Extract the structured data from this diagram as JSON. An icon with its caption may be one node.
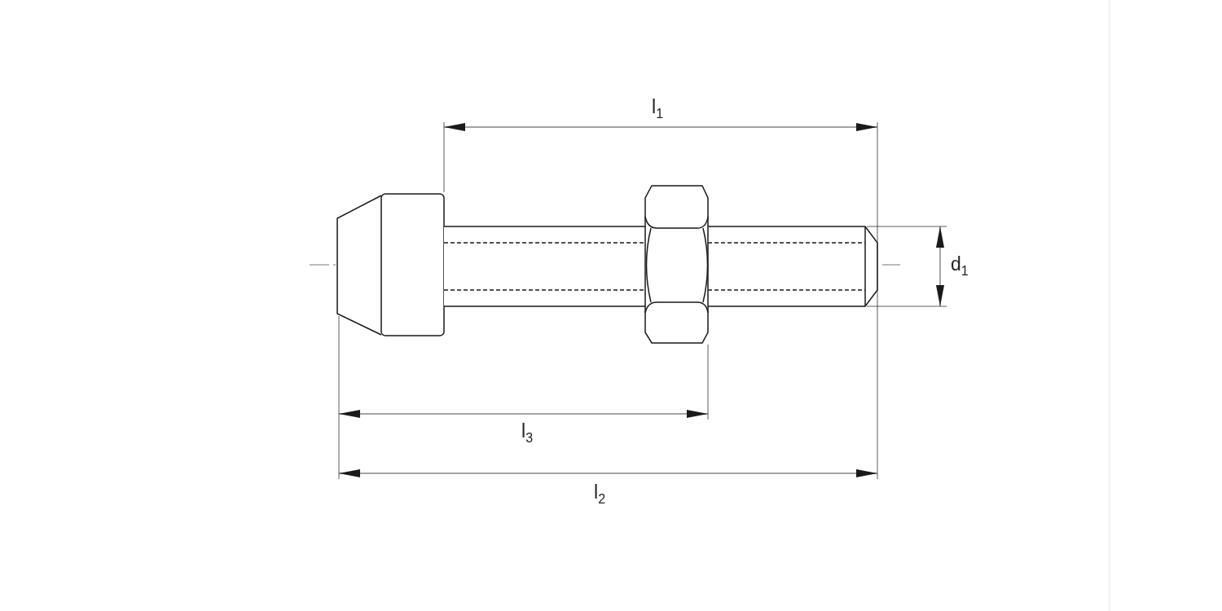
{
  "diagram": {
    "labels": [
      "l$_{1}$",
      "d$_{1}$",
      "l$_{3}$",
      "l$_{2}$"
    ]
  }
}
